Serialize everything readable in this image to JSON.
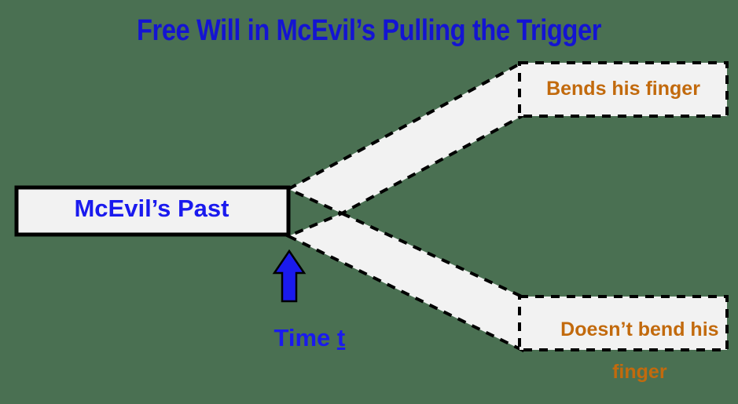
{
  "title": "Free Will in McEvil’s Pulling the Trigger",
  "nodes": {
    "past": {
      "label": "McEvil’s Past",
      "border_style": "solid",
      "border_color": "#000000",
      "fill": "#f2f2f2",
      "text_color": "#1a1aee"
    },
    "branch_up": {
      "label": "Bends his finger",
      "border_style": "dashed",
      "border_color": "#000000",
      "fill": "#f2f2f2",
      "text_color": "#c26a0d"
    },
    "branch_down": {
      "label_line1": "Doesn’t bend his",
      "label_line2": "finger",
      "label": "Doesn’t bend his finger",
      "border_style": "dashed",
      "border_color": "#000000",
      "fill": "#f2f2f2",
      "text_color": "#c26a0d"
    }
  },
  "annotation": {
    "time_label_prefix": "Time ",
    "time_label_variable": "t",
    "arrow_color": "#1a1aee",
    "arrow_outline": "#000000",
    "arrow_direction": "up"
  },
  "colors": {
    "background": "#4a7052",
    "shape_fill": "#f2f2f2",
    "stroke": "#000000",
    "title_blue": "#1414d2",
    "label_blue": "#1a1aee",
    "label_orange": "#c26a0d"
  }
}
